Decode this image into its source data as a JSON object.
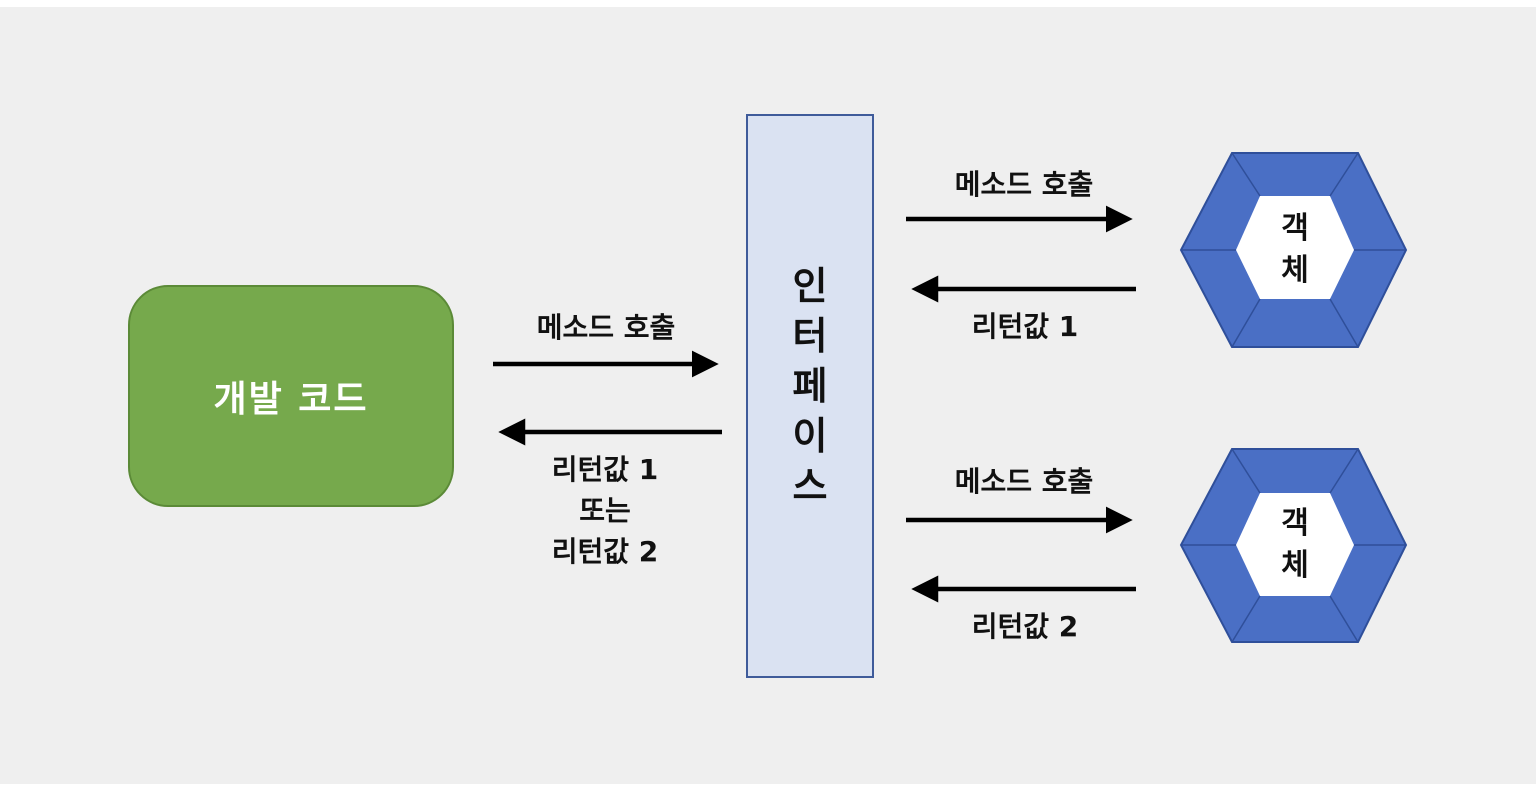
{
  "dev_code": {
    "label": "개발 코드"
  },
  "interface": {
    "chars": [
      "인",
      "터",
      "페",
      "이",
      "스"
    ]
  },
  "left_call": {
    "label": "메소드 호출"
  },
  "left_return": {
    "lines": [
      "리턴값 1",
      "또는",
      "리턴값 2"
    ]
  },
  "top_call": {
    "label": "메소드 호출"
  },
  "top_return": {
    "label": "리턴값 1"
  },
  "bottom_call": {
    "label": "메소드 호출"
  },
  "bottom_return": {
    "label": "리턴값 2"
  },
  "object_top": {
    "chars": [
      "객",
      "체"
    ]
  },
  "object_bottom": {
    "chars": [
      "객",
      "체"
    ]
  },
  "colors": {
    "dev_code_fill": "#76a94c",
    "interface_fill": "#dae2f2",
    "interface_border": "#3f5b9a",
    "object_outer": "#4a6fc5",
    "object_inner": "#ffffff",
    "arrow": "#000000"
  }
}
